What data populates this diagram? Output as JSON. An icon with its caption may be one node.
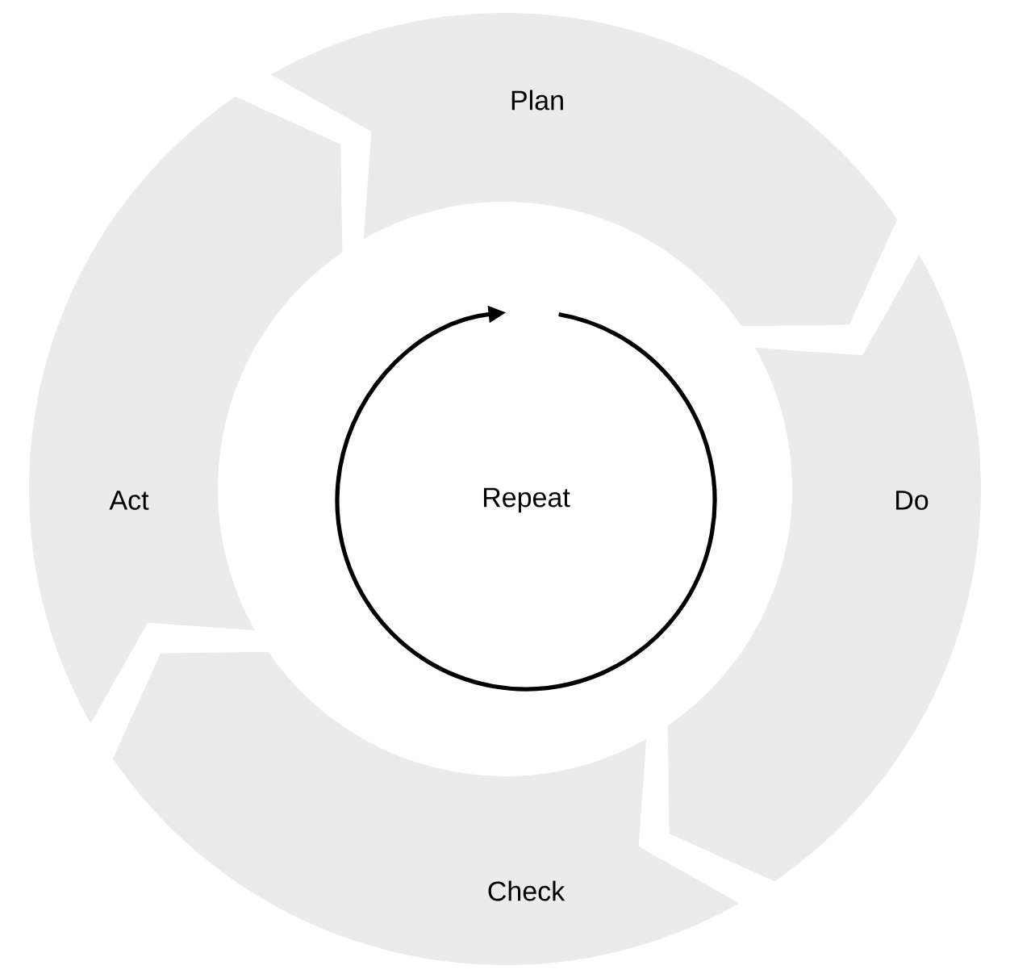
{
  "diagram": {
    "nodes": [
      {
        "text": [
          "Plan"
        ]
      },
      {
        "text": [
          "Do"
        ]
      },
      {
        "text": [
          "Check"
        ]
      },
      {
        "text": [
          "Act"
        ]
      },
      {
        "text": [
          "Repeat"
        ]
      }
    ]
  }
}
